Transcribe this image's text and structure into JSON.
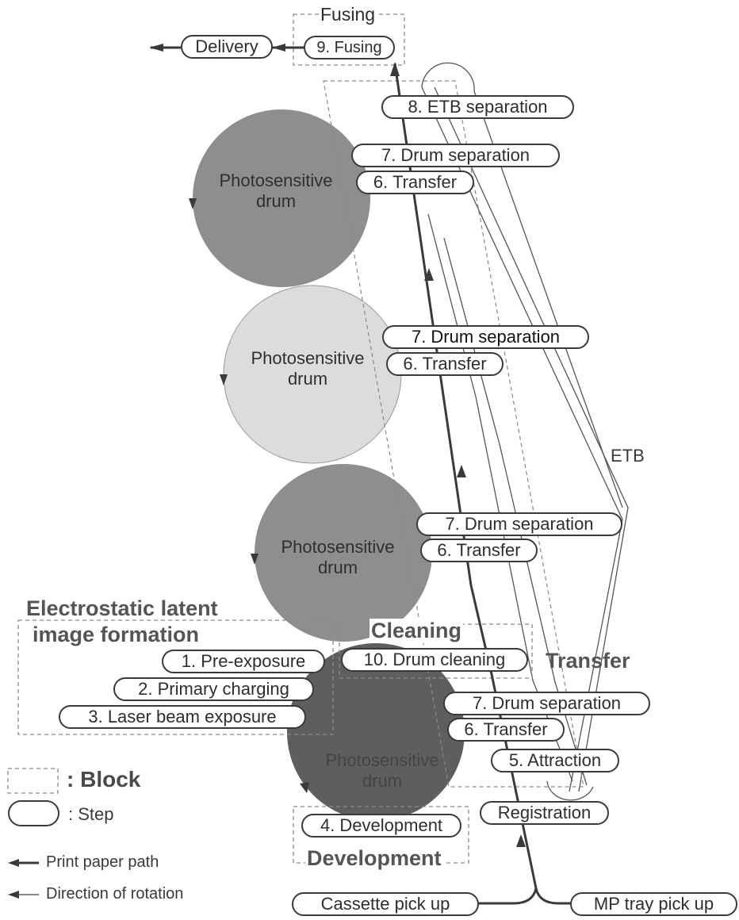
{
  "blocks": {
    "fusing": "Fusing",
    "electrostatic_line1": "Electrostatic latent",
    "electrostatic_line2": "image formation",
    "cleaning": "Cleaning",
    "transfer": "Transfer",
    "development": "Development"
  },
  "drums": [
    {
      "line1": "Photosensitive",
      "line2": "drum",
      "color": "#8e8e8e"
    },
    {
      "line1": "Photosensitive",
      "line2": "drum",
      "color": "#dcdcdc"
    },
    {
      "line1": "Photosensitive",
      "line2": "drum",
      "color": "#8e8e8e"
    },
    {
      "line1": "Photosensitive",
      "line2": "drum",
      "color": "#5e5e5e"
    }
  ],
  "steps": {
    "delivery": "Delivery",
    "fusing9": "9. Fusing",
    "etb_sep": "8.  ETB separation",
    "drum_sep_1": "7.  Drum separation",
    "transfer_1": "6. Transfer",
    "drum_sep_2": "7. Drum separation",
    "transfer_2": "6. Transfer",
    "drum_sep_3": "7. Drum separation",
    "transfer_3": "6. Transfer",
    "pre_exposure": "1. Pre-exposure",
    "primary_charging": "2. Primary charging",
    "laser_exposure": "3. Laser beam exposure",
    "drum_cleaning": "10. Drum cleaning",
    "drum_sep_4": "7. Drum separation",
    "transfer_4": "6. Transfer",
    "attraction": "5. Attraction",
    "registration": "Registration",
    "development": "4. Development",
    "cassette": "Cassette pick up",
    "mp_tray": "MP tray pick up"
  },
  "etb_label": "ETB",
  "legend": {
    "block": ": Block",
    "step": ": Step",
    "paper_path": "Print paper path",
    "rotation": "Direction of rotation"
  },
  "colors": {
    "line": "#3a3a3a",
    "dashed": "#8a8a8a"
  }
}
